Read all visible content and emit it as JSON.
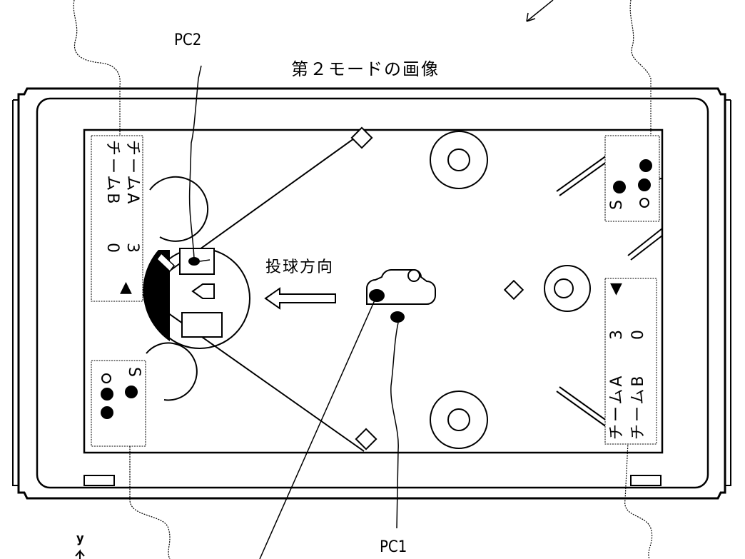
{
  "labels": {
    "pc2": "PC2",
    "pc1": "PC1",
    "title": "第２モードの画像",
    "pitch_direction": "投球方向",
    "axis_y": "y"
  },
  "scoreboards": {
    "left": {
      "team_a": "チームA",
      "team_b": "チームB",
      "score_a": "3",
      "score_b": "0",
      "marker": "▲"
    },
    "right": {
      "team_a": "チームA",
      "team_b": "チームB",
      "score_a": "3",
      "score_b": "0",
      "marker": "▼"
    }
  },
  "counters": {
    "bottom_left": {
      "label": "S"
    },
    "top_right": {
      "label": "S"
    }
  }
}
